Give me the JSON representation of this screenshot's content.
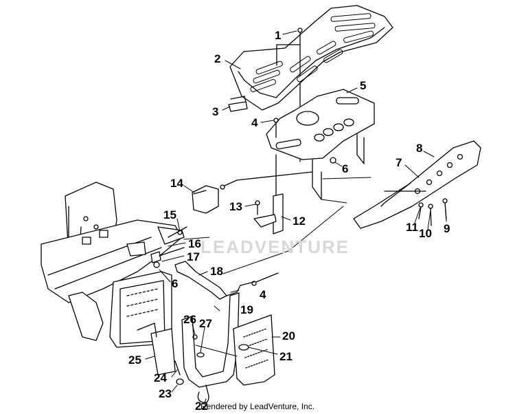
{
  "callouts": [
    {
      "id": "1",
      "text": "1"
    },
    {
      "id": "2",
      "text": "2"
    },
    {
      "id": "3",
      "text": "3"
    },
    {
      "id": "4a",
      "text": "4"
    },
    {
      "id": "5",
      "text": "5"
    },
    {
      "id": "6a",
      "text": "6"
    },
    {
      "id": "7",
      "text": "7"
    },
    {
      "id": "8",
      "text": "8"
    },
    {
      "id": "9",
      "text": "9"
    },
    {
      "id": "10",
      "text": "10"
    },
    {
      "id": "11",
      "text": "11"
    },
    {
      "id": "12",
      "text": "12"
    },
    {
      "id": "13",
      "text": "13"
    },
    {
      "id": "14",
      "text": "14"
    },
    {
      "id": "15",
      "text": "15"
    },
    {
      "id": "16",
      "text": "16"
    },
    {
      "id": "17",
      "text": "17"
    },
    {
      "id": "18",
      "text": "18"
    },
    {
      "id": "6b",
      "text": "6"
    },
    {
      "id": "4b",
      "text": "4"
    },
    {
      "id": "19",
      "text": "19"
    },
    {
      "id": "20",
      "text": "20"
    },
    {
      "id": "21",
      "text": "21"
    },
    {
      "id": "22",
      "text": "22"
    },
    {
      "id": "23",
      "text": "23"
    },
    {
      "id": "24",
      "text": "24"
    },
    {
      "id": "25",
      "text": "25"
    },
    {
      "id": "26",
      "text": "26"
    },
    {
      "id": "27",
      "text": "27"
    }
  ],
  "watermark": "LEADVENTURE",
  "footer": "Rendered by LeadVenture, Inc."
}
